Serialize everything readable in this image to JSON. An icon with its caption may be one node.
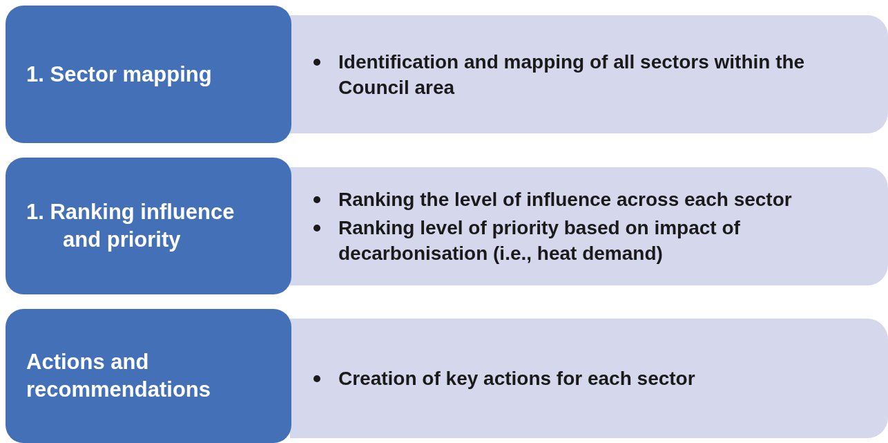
{
  "diagram": {
    "nodes": [
      {
        "text": [
          "1. Sector mapping"
        ]
      },
      {
        "text": [
          "Identification and mapping of all sectors within the Council area"
        ]
      },
      {
        "text": [
          "1. Ranking influence and priority"
        ]
      },
      {
        "text": [
          "Ranking the level of influence across each sector",
          "Ranking level of priority based on impact of decarbonisation (i.e., heat demand)"
        ]
      },
      {
        "text": [
          "Actions and recommendations"
        ]
      },
      {
        "text": [
          "Creation of key actions for each sector"
        ]
      }
    ]
  }
}
